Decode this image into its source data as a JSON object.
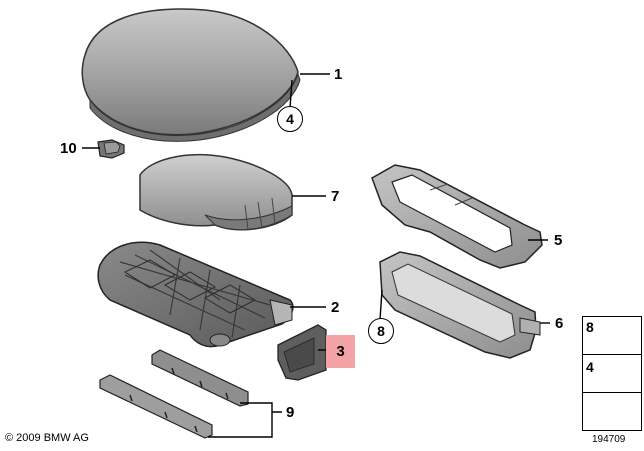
{
  "callouts": {
    "c1": "1",
    "c2": "2",
    "c3": "3",
    "c4": "4",
    "c5": "5",
    "c6": "6",
    "c7": "7",
    "c8": "8",
    "c9": "9",
    "c10": "10"
  },
  "legend": {
    "item_a": "8",
    "item_b": "4"
  },
  "footer": {
    "copyright": "© 2009 BMW AG",
    "diagram_number": "194709"
  },
  "colors": {
    "highlight": "#f3a3a6",
    "part_fill": "#9a9a9a",
    "part_dark": "#555555"
  }
}
